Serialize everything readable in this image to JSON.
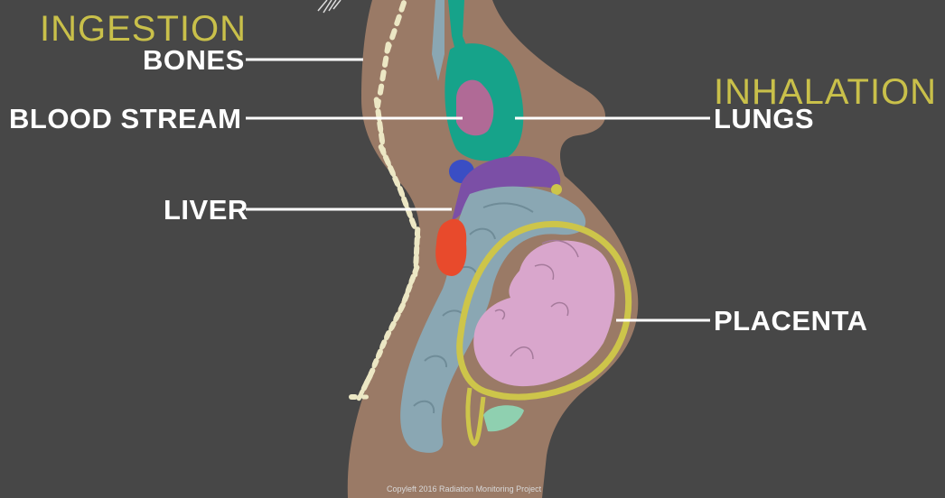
{
  "headings": {
    "ingestion": "INGESTION",
    "inhalation": "INHALATION"
  },
  "labels": {
    "bones": "BONES",
    "blood_stream": "BLOOD STREAM",
    "liver": "LIVER",
    "lungs": "LUNGS",
    "placenta": "PLACENTA"
  },
  "credit": "Copyleft 2016 Radiation Monitoring Project",
  "colors": {
    "background": "#474747",
    "body": "#9a7a66",
    "spine": "#ece7c4",
    "lungs": "#16a38a",
    "heart": "#b06a96",
    "stomach": "#7b4fa6",
    "gall_bladder": "#3a4ec4",
    "intestines": "#8aa7b3",
    "liver": "#e84a2c",
    "placenta": "#cdc54a",
    "fetus": "#d9a6cc",
    "heading": "#c9c04a",
    "label": "#ffffff"
  }
}
